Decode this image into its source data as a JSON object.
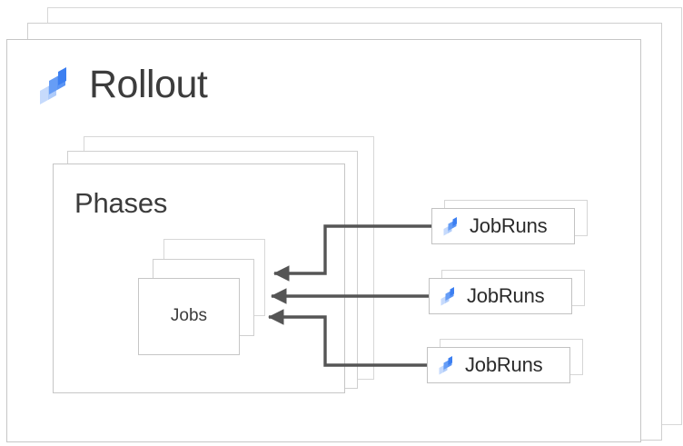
{
  "diagram": {
    "type": "nested-hierarchy",
    "title": "Rollout",
    "description": "A Rollout contains Phases, each Phase contains Jobs, and each Job is executed by a JobRun.",
    "stacks": {
      "rollout": {
        "label": "Rollout",
        "card_count": 3,
        "icon": "rollout-logo-icon"
      },
      "phases": {
        "label": "Phases",
        "card_count": 3
      },
      "jobs": {
        "label": "Jobs",
        "card_count": 3
      }
    },
    "jobruns": [
      {
        "label": "JobRuns",
        "icon": "jobrun-logo-icon",
        "card_count": 2
      },
      {
        "label": "JobRuns",
        "icon": "jobrun-logo-icon",
        "card_count": 2
      },
      {
        "label": "JobRuns",
        "icon": "jobrun-logo-icon",
        "card_count": 2
      }
    ],
    "connectors": [
      {
        "from": "jobruns-1",
        "to": "jobs",
        "direction": "right-to-left",
        "arrowhead": "left"
      },
      {
        "from": "jobruns-2",
        "to": "jobs",
        "direction": "right-to-left",
        "arrowhead": "left"
      },
      {
        "from": "jobruns-3",
        "to": "jobs",
        "direction": "right-to-left",
        "arrowhead": "left"
      }
    ],
    "colors": {
      "background": "#ffffff",
      "card_border": "#c6c6c6",
      "card_border_back": "#d7d7d7",
      "title_text": "#3c3c3c",
      "label_text": "#2b2b2b",
      "connector": "#555555",
      "logo_blue_dark": "#4285f4",
      "logo_blue_mid": "#669df6",
      "logo_blue_light": "#aecbfa"
    }
  }
}
